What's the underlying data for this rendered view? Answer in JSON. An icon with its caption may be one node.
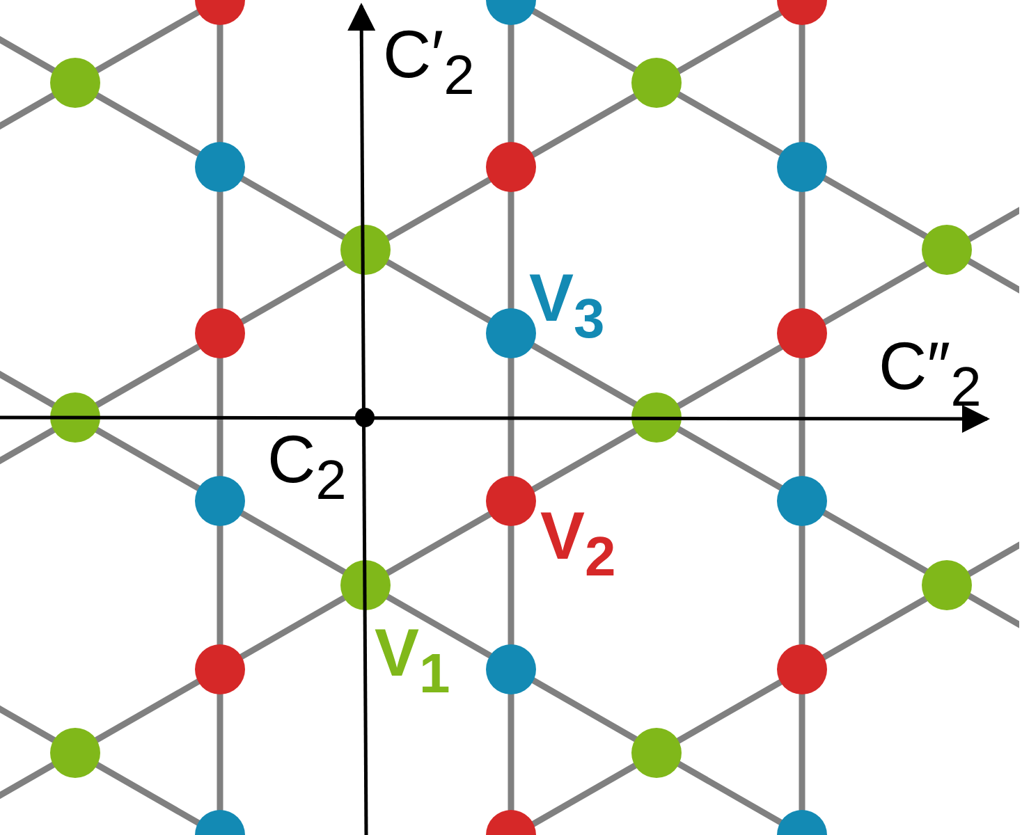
{
  "diagram": {
    "labels": [
      "C′$_{2}$",
      "V$_{3}$",
      "C″$_{2}$",
      "C$_{2}$",
      "V$_{2}$",
      "V$_{1}$"
    ]
  }
}
